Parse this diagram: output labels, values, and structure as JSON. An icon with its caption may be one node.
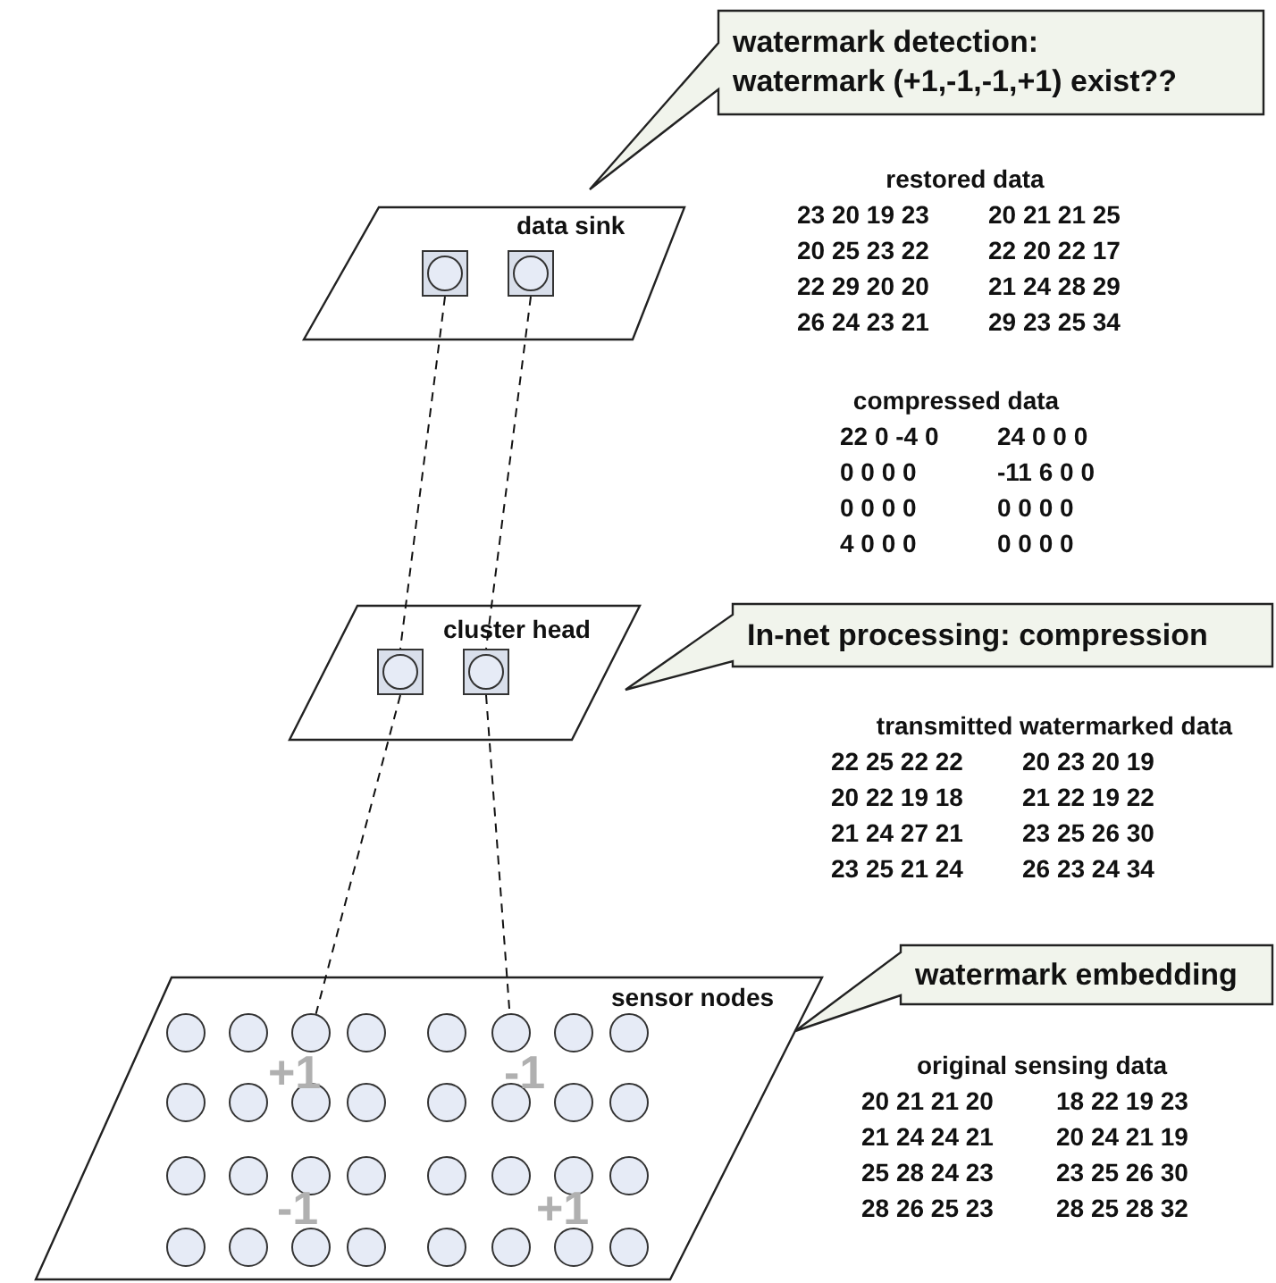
{
  "diagram": {
    "nodes": [
      {
        "text": [
          "watermark detection:",
          "watermark (+1,-1,-1,+1) exist??"
        ]
      },
      {
        "text": [
          "data sink"
        ]
      },
      {
        "text": [],
        "shape": "box",
        "in": 1
      },
      {
        "text": [],
        "shape": "box",
        "in": 1
      },
      {
        "text": [
          "cluster head"
        ]
      },
      {
        "text": [],
        "shape": "box",
        "in": 4
      },
      {
        "text": [],
        "shape": "box",
        "in": 4
      },
      {
        "text": [
          "In-net processing: compression"
        ]
      },
      {
        "text": [
          "watermark embedding"
        ]
      },
      {
        "text": [
          "sensor nodes"
        ]
      },
      {
        "text": [],
        "shape": "circle",
        "in": 9
      },
      {
        "text": [],
        "shape": "circle",
        "in": 9
      },
      {
        "text": [],
        "shape": "circle",
        "in": 9
      },
      {
        "text": [],
        "shape": "circle",
        "in": 9
      },
      {
        "text": [],
        "shape": "circle",
        "in": 9
      },
      {
        "text": [],
        "shape": "circle",
        "in": 9
      },
      {
        "text": [],
        "shape": "circle",
        "in": 9
      },
      {
        "text": [],
        "shape": "circle",
        "in": 9
      },
      {
        "text": [],
        "shape": "circle",
        "in": 9
      },
      {
        "text": [],
        "shape": "circle",
        "in": 9
      },
      {
        "text": [],
        "shape": "circle",
        "in": 9
      },
      {
        "text": [],
        "shape": "circle",
        "in": 9
      },
      {
        "text": [],
        "shape": "circle",
        "in": 9
      },
      {
        "text": [],
        "shape": "circle",
        "in": 9
      },
      {
        "text": [],
        "shape": "circle",
        "in": 9
      },
      {
        "text": [],
        "shape": "circle",
        "in": 9
      },
      {
        "text": [],
        "shape": "circle",
        "in": 9
      },
      {
        "text": [],
        "shape": "circle",
        "in": 9
      },
      {
        "text": [],
        "shape": "circle",
        "in": 9
      },
      {
        "text": [],
        "shape": "circle",
        "in": 9
      },
      {
        "text": [],
        "shape": "circle",
        "in": 9
      },
      {
        "text": [],
        "shape": "circle",
        "in": 9
      },
      {
        "text": [],
        "shape": "circle",
        "in": 9
      },
      {
        "text": [],
        "shape": "circle",
        "in": 9
      },
      {
        "text": [],
        "shape": "circle",
        "in": 9
      },
      {
        "text": [],
        "shape": "circle",
        "in": 9
      },
      {
        "text": [],
        "shape": "circle",
        "in": 9
      },
      {
        "text": [],
        "shape": "circle",
        "in": 9
      },
      {
        "text": [],
        "shape": "circle",
        "in": 9
      },
      {
        "text": [],
        "shape": "circle",
        "in": 9
      },
      {
        "text": [],
        "shape": "circle",
        "in": 9
      },
      {
        "text": [],
        "shape": "circle",
        "in": 9
      }
    ],
    "edges": [
      {
        "from": 2,
        "to": 5,
        "arrow": "none",
        "style": "dashed"
      },
      {
        "from": 3,
        "to": 6,
        "arrow": "none",
        "style": "dashed"
      },
      {
        "from": 5,
        "to": 12,
        "arrow": "none",
        "style": "dashed"
      },
      {
        "from": 6,
        "to": 15,
        "arrow": "none",
        "style": "dashed"
      }
    ],
    "labels": [
      "restored data",
      "23 20 19 23",
      "20 21 21 25",
      "20 25 23 22",
      "22 20 22 17",
      "22 29 20 20",
      "21 24 28 29",
      "26 24 23 21",
      "29 23 25 34",
      "compressed data",
      "22 0 -4 0",
      "24 0 0 0",
      "0 0 0 0",
      "-11 6 0 0",
      "0 0 0 0",
      "0 0 0 0",
      "4 0 0 0",
      "0 0 0 0",
      "transmitted watermarked data",
      "22 25 22 22",
      "20 23 20 19",
      "20 22 19 18",
      "21 22 19 22",
      "21 24 27 21",
      "23 25 26 30",
      "23 25 21 24",
      "26 23 24 34",
      "+1",
      "-1",
      "original sensing data",
      "20 21 21 20",
      "18 22 19 23",
      "21 24 24 21",
      "20 24 21 19",
      "25 28 24 23",
      "23 25 26 30",
      "28 26 25 23",
      "28 25 28 32",
      "-1",
      "+1"
    ]
  }
}
